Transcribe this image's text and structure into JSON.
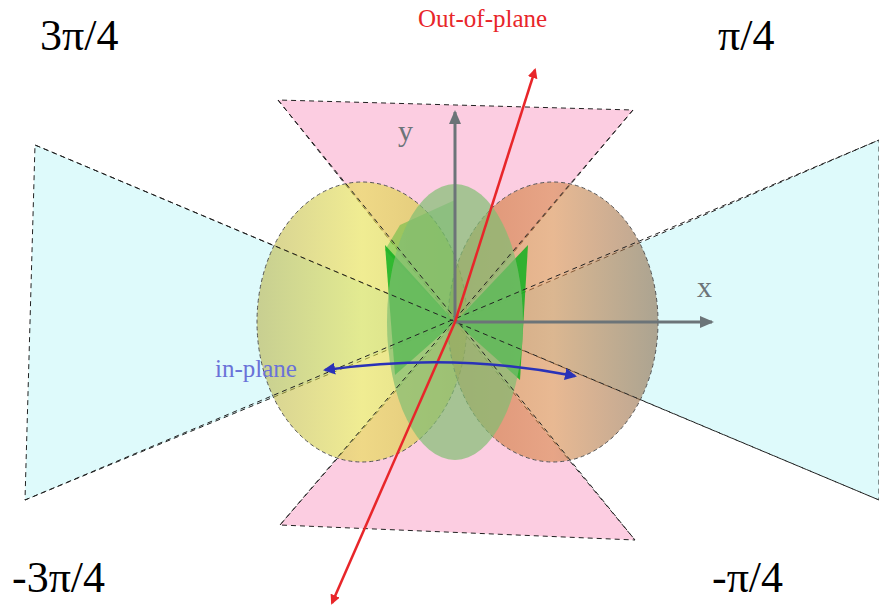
{
  "diagram": {
    "labels": [
      "3π/4",
      "Out-of-plane",
      "π/4",
      "y",
      "x",
      "in-plane",
      "-3π/4",
      "-π/4"
    ]
  }
}
